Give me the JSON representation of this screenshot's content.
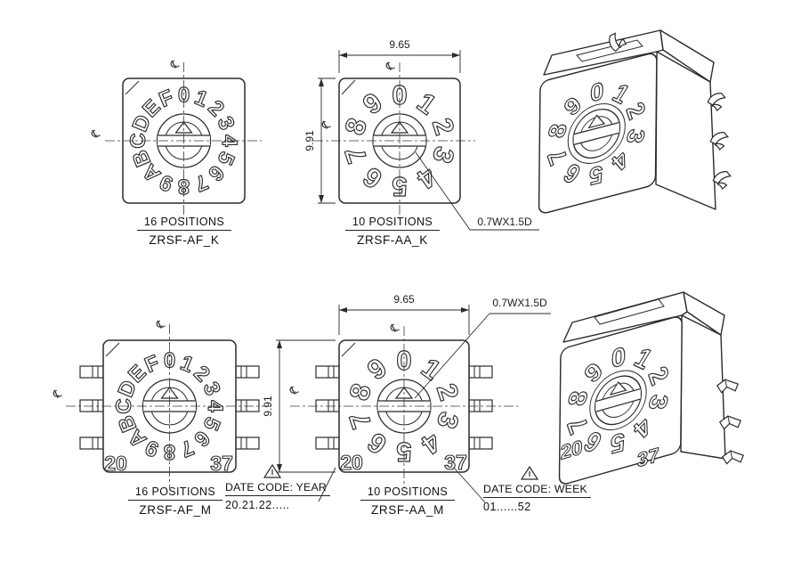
{
  "page": {
    "background": "#ffffff",
    "line_color": "#2b2b2b"
  },
  "dial": {
    "chars_16": [
      "0",
      "1",
      "2",
      "3",
      "4",
      "5",
      "6",
      "7",
      "8",
      "9",
      "A",
      "B",
      "C",
      "D",
      "E",
      "F"
    ],
    "chars_10": [
      "0",
      "1",
      "2",
      "3",
      "4",
      "5",
      "6",
      "7",
      "8",
      "9"
    ],
    "centerline_symbol": "℄"
  },
  "dimensions": {
    "body_width": "9.65",
    "body_height": "9.91",
    "slot_callout": "0.7WX1.5D"
  },
  "views": {
    "af_k": {
      "positions": "16 POSITIONS",
      "part": "ZRSF-AF_K"
    },
    "aa_k": {
      "positions": "10 POSITIONS",
      "part": "ZRSF-AA_K"
    },
    "af_m": {
      "positions": "16 POSITIONS",
      "part": "ZRSF-AF_M"
    },
    "aa_m": {
      "positions": "10 POSITIONS",
      "part": "ZRSF-AA_M"
    }
  },
  "date_code": {
    "year": {
      "label": "DATE CODE: YEAR",
      "range": "20.21.22....."
    },
    "week": {
      "label": "DATE CODE: WEEK",
      "range": "01......52"
    },
    "year_mark": "20",
    "week_mark": "37"
  }
}
